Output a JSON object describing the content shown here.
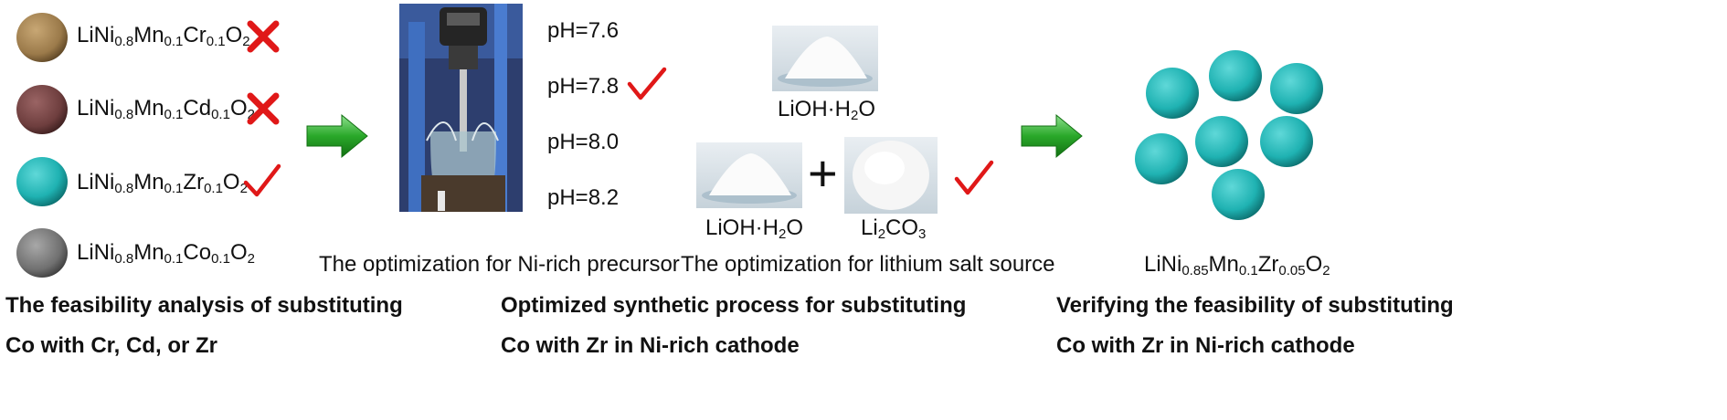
{
  "colors": {
    "cr_particle": "#9b7a4a",
    "cd_particle": "#6e3e3e",
    "zr_particle": "#1fb2b2",
    "co_particle": "#707070",
    "cross": "#e01818",
    "check": "#e01818",
    "arrow": "#2aa82a"
  },
  "panel1": {
    "items": [
      {
        "formula": [
          [
            "LiNi",
            ""
          ],
          [
            "0.8",
            "sub"
          ],
          [
            "Mn",
            ""
          ],
          [
            "0.1",
            "sub"
          ],
          [
            "Cr",
            ""
          ],
          [
            "0.1",
            "sub"
          ],
          [
            "O",
            ""
          ],
          [
            "2",
            "sub"
          ]
        ],
        "mark": "cross-icon"
      },
      {
        "formula": [
          [
            "LiNi",
            ""
          ],
          [
            "0.8",
            "sub"
          ],
          [
            "Mn",
            ""
          ],
          [
            "0.1",
            "sub"
          ],
          [
            "Cd",
            ""
          ],
          [
            "0.1",
            "sub"
          ],
          [
            "O",
            ""
          ],
          [
            "2",
            "sub"
          ]
        ],
        "mark": "cross-icon"
      },
      {
        "formula": [
          [
            "LiNi",
            ""
          ],
          [
            "0.8",
            "sub"
          ],
          [
            "Mn",
            ""
          ],
          [
            "0.1",
            "sub"
          ],
          [
            "Zr",
            ""
          ],
          [
            "0.1",
            "sub"
          ],
          [
            "O",
            ""
          ],
          [
            "2",
            "sub"
          ]
        ],
        "mark": "check-icon"
      },
      {
        "formula": [
          [
            "LiNi",
            ""
          ],
          [
            "0.8",
            "sub"
          ],
          [
            "Mn",
            ""
          ],
          [
            "0.1",
            "sub"
          ],
          [
            "Co",
            ""
          ],
          [
            "0.1",
            "sub"
          ],
          [
            "O",
            ""
          ],
          [
            "2",
            "sub"
          ]
        ],
        "mark": ""
      }
    ],
    "heading_line1": "The feasibility analysis of substituting",
    "heading_line2": "Co with Cr, Cd, or Zr"
  },
  "panel2": {
    "ph_values": [
      "pH=7.6",
      "pH=7.8",
      "pH=8.0",
      "pH=8.2"
    ],
    "ph_checked_index": 1,
    "caption_precursor": "The optimization for Ni-rich precursor",
    "salt_top": [
      [
        "LiOH·H",
        ""
      ],
      [
        "2",
        "sub"
      ],
      [
        "O",
        ""
      ]
    ],
    "salt_left": [
      [
        "LiOH·H",
        ""
      ],
      [
        "2",
        "sub"
      ],
      [
        "O",
        ""
      ]
    ],
    "salt_right": [
      [
        "Li",
        ""
      ],
      [
        "2",
        "sub"
      ],
      [
        "CO",
        ""
      ],
      [
        "3",
        "sub"
      ]
    ],
    "plus_sign": "+",
    "caption_salt": "The optimization for lithium salt source",
    "heading_line1": "Optimized synthetic process for substituting",
    "heading_line2": "Co with Zr in Ni-rich cathode"
  },
  "panel3": {
    "formula": [
      [
        "LiNi",
        ""
      ],
      [
        "0.85",
        "sub"
      ],
      [
        "Mn",
        ""
      ],
      [
        "0.1",
        "sub"
      ],
      [
        "Zr",
        ""
      ],
      [
        "0.05",
        "sub"
      ],
      [
        "O",
        ""
      ],
      [
        "2",
        "sub"
      ]
    ],
    "heading_line1": "Verifying the feasibility of substituting",
    "heading_line2": "Co with Zr in Ni-rich cathode"
  }
}
